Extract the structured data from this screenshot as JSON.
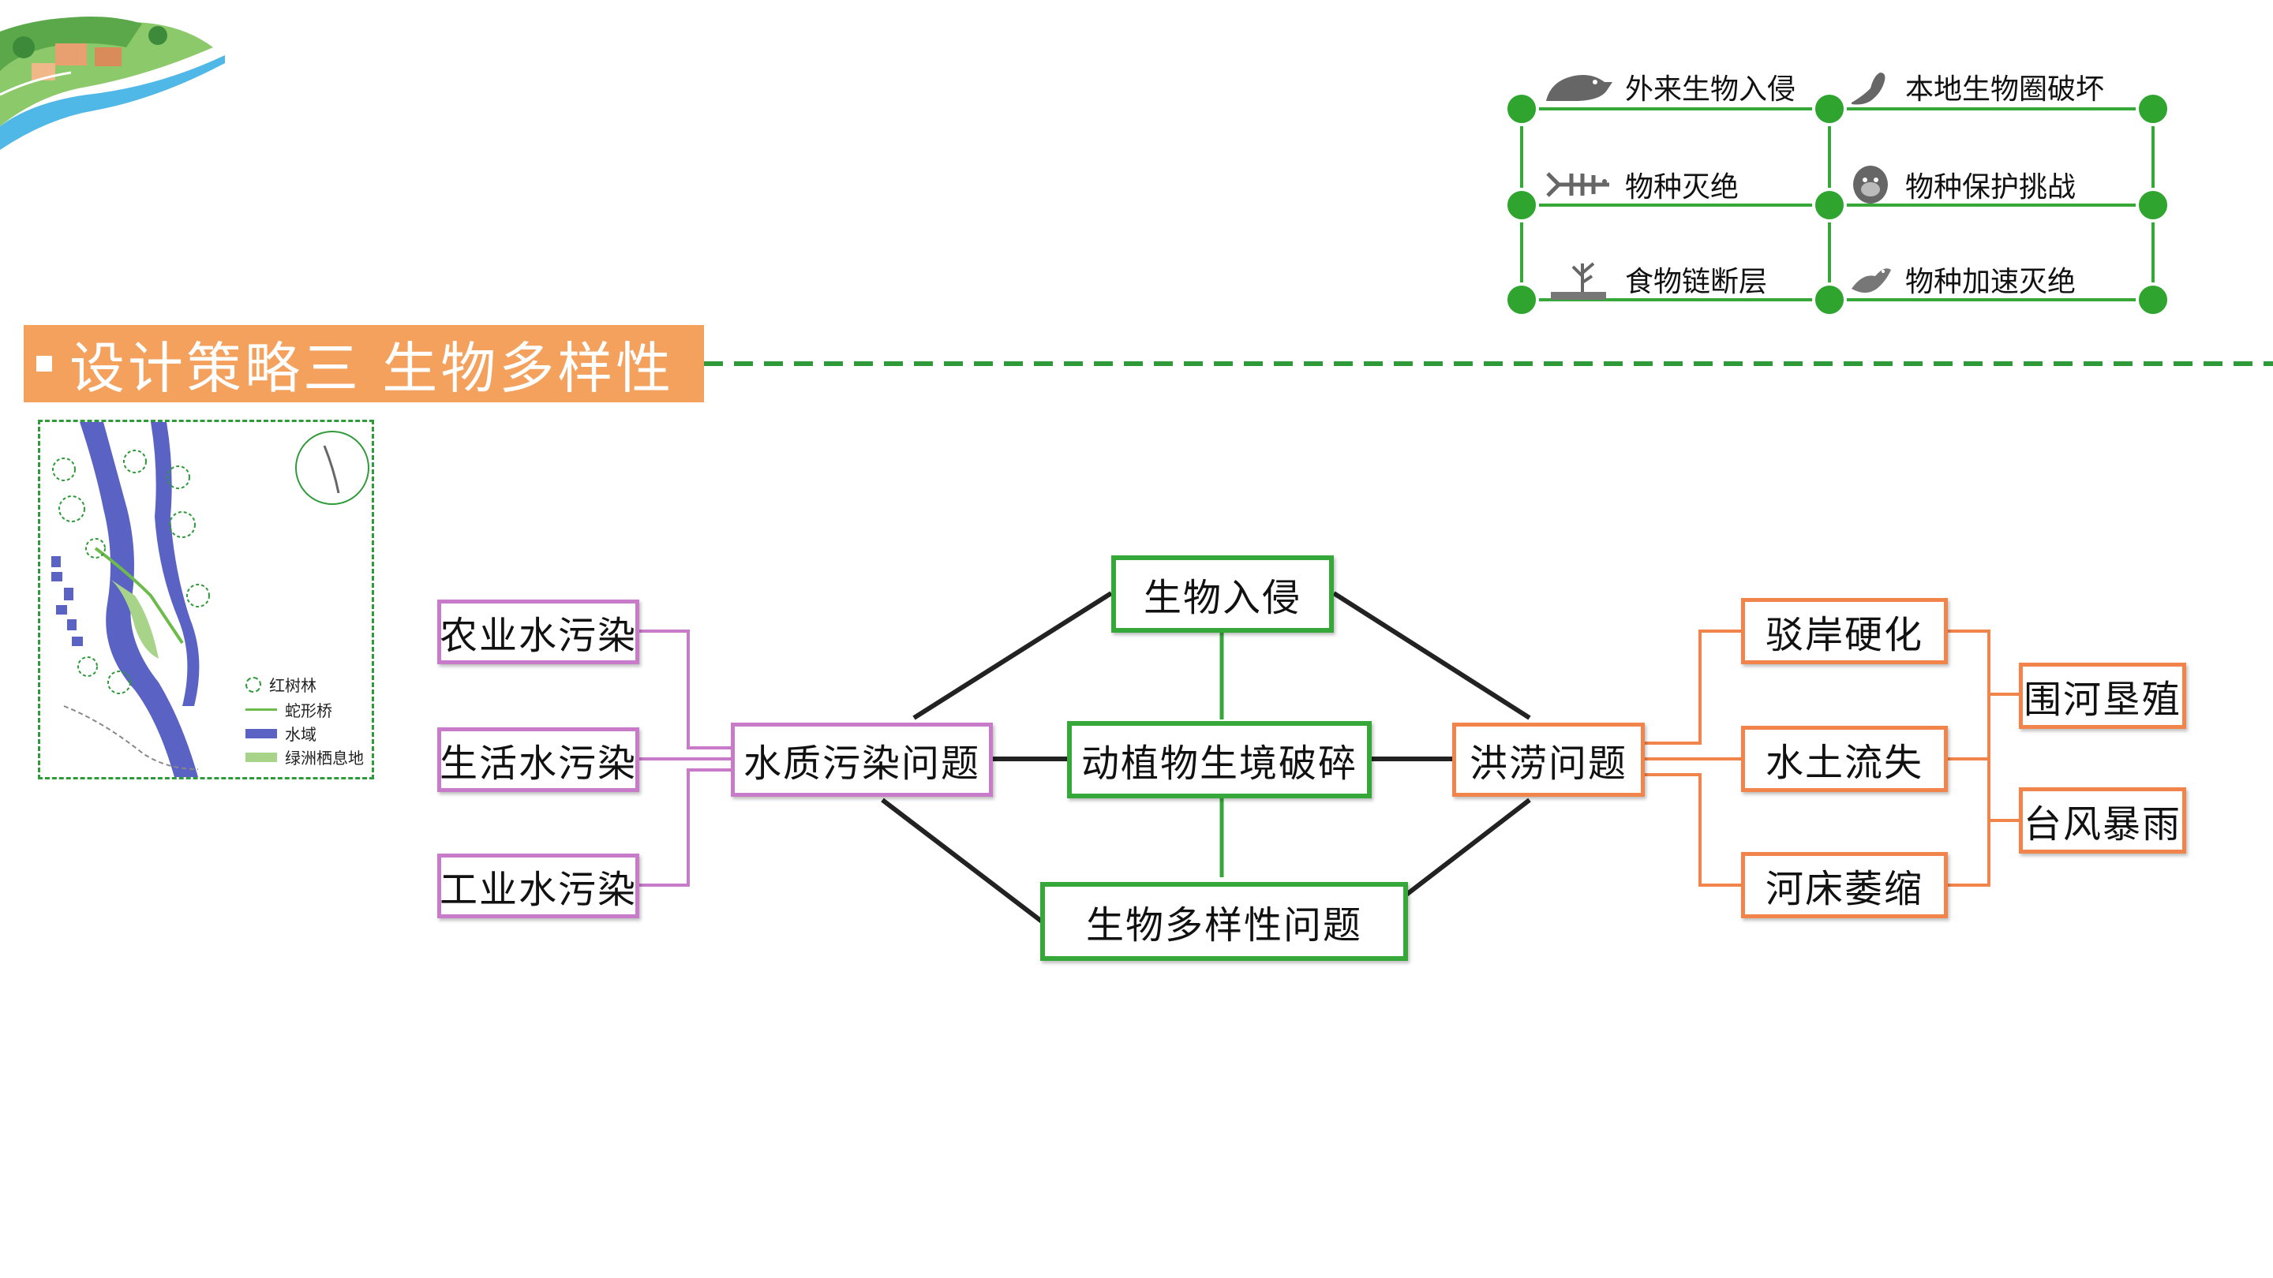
{
  "header": {
    "title": "设计策略三  生物多样性"
  },
  "legend_panel": {
    "items": [
      {
        "label": "外来生物入侵",
        "icon": "rat-icon"
      },
      {
        "label": "本地生物圈破坏",
        "icon": "seal-icon"
      },
      {
        "label": "物种灭绝",
        "icon": "fish-skeleton-icon"
      },
      {
        "label": "物种保护挑战",
        "icon": "gorilla-icon"
      },
      {
        "label": "食物链断层",
        "icon": "dead-tree-icon"
      },
      {
        "label": "物种加速灭绝",
        "icon": "dead-bird-icon"
      }
    ]
  },
  "map": {
    "legend": [
      {
        "label": "红树林",
        "swatch": "#2e9a3a"
      },
      {
        "label": "蛇形桥",
        "swatch": "#6dbb4a"
      },
      {
        "label": "水域",
        "swatch": "#5a62c4"
      },
      {
        "label": "绿洲栖息地",
        "swatch": "#a8d48a"
      }
    ]
  },
  "diagram": {
    "left": [
      "农业水污染",
      "生活水污染",
      "工业水污染"
    ],
    "water": "水质污染问题",
    "invasion": "生物入侵",
    "habitat": "动植物生境破碎",
    "biodiversity": "生物多样性问题",
    "flood": "洪涝问题",
    "right_mid": [
      "驳岸硬化",
      "水土流失",
      "河床萎缩"
    ],
    "right_far": [
      "围河垦殖",
      "台风暴雨"
    ]
  },
  "colors": {
    "orange": "#f0844a",
    "purple": "#c77bc9",
    "green": "#36a83a",
    "header": "#f4a15e"
  }
}
